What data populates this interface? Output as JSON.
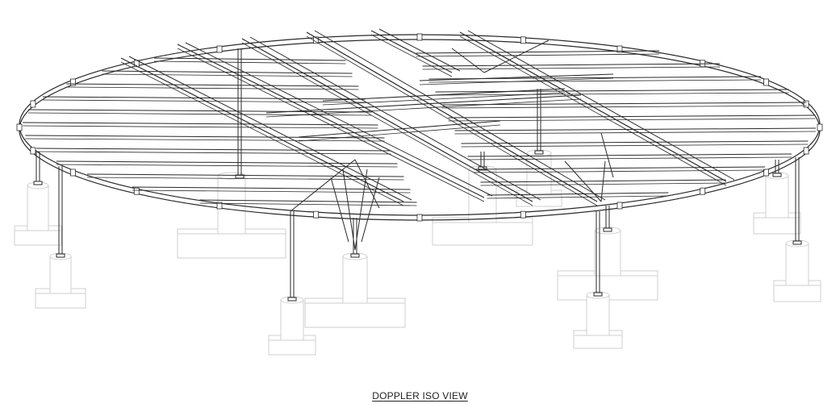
{
  "caption": "DOPPLER ISO VIEW",
  "colors": {
    "steel": "#2a2a2a",
    "footing": "#cfcfcf",
    "background": "#ffffff"
  },
  "layers": {
    "footings": "footing-layer",
    "columns": "column-layer",
    "roof": "roof-frame-layer"
  }
}
